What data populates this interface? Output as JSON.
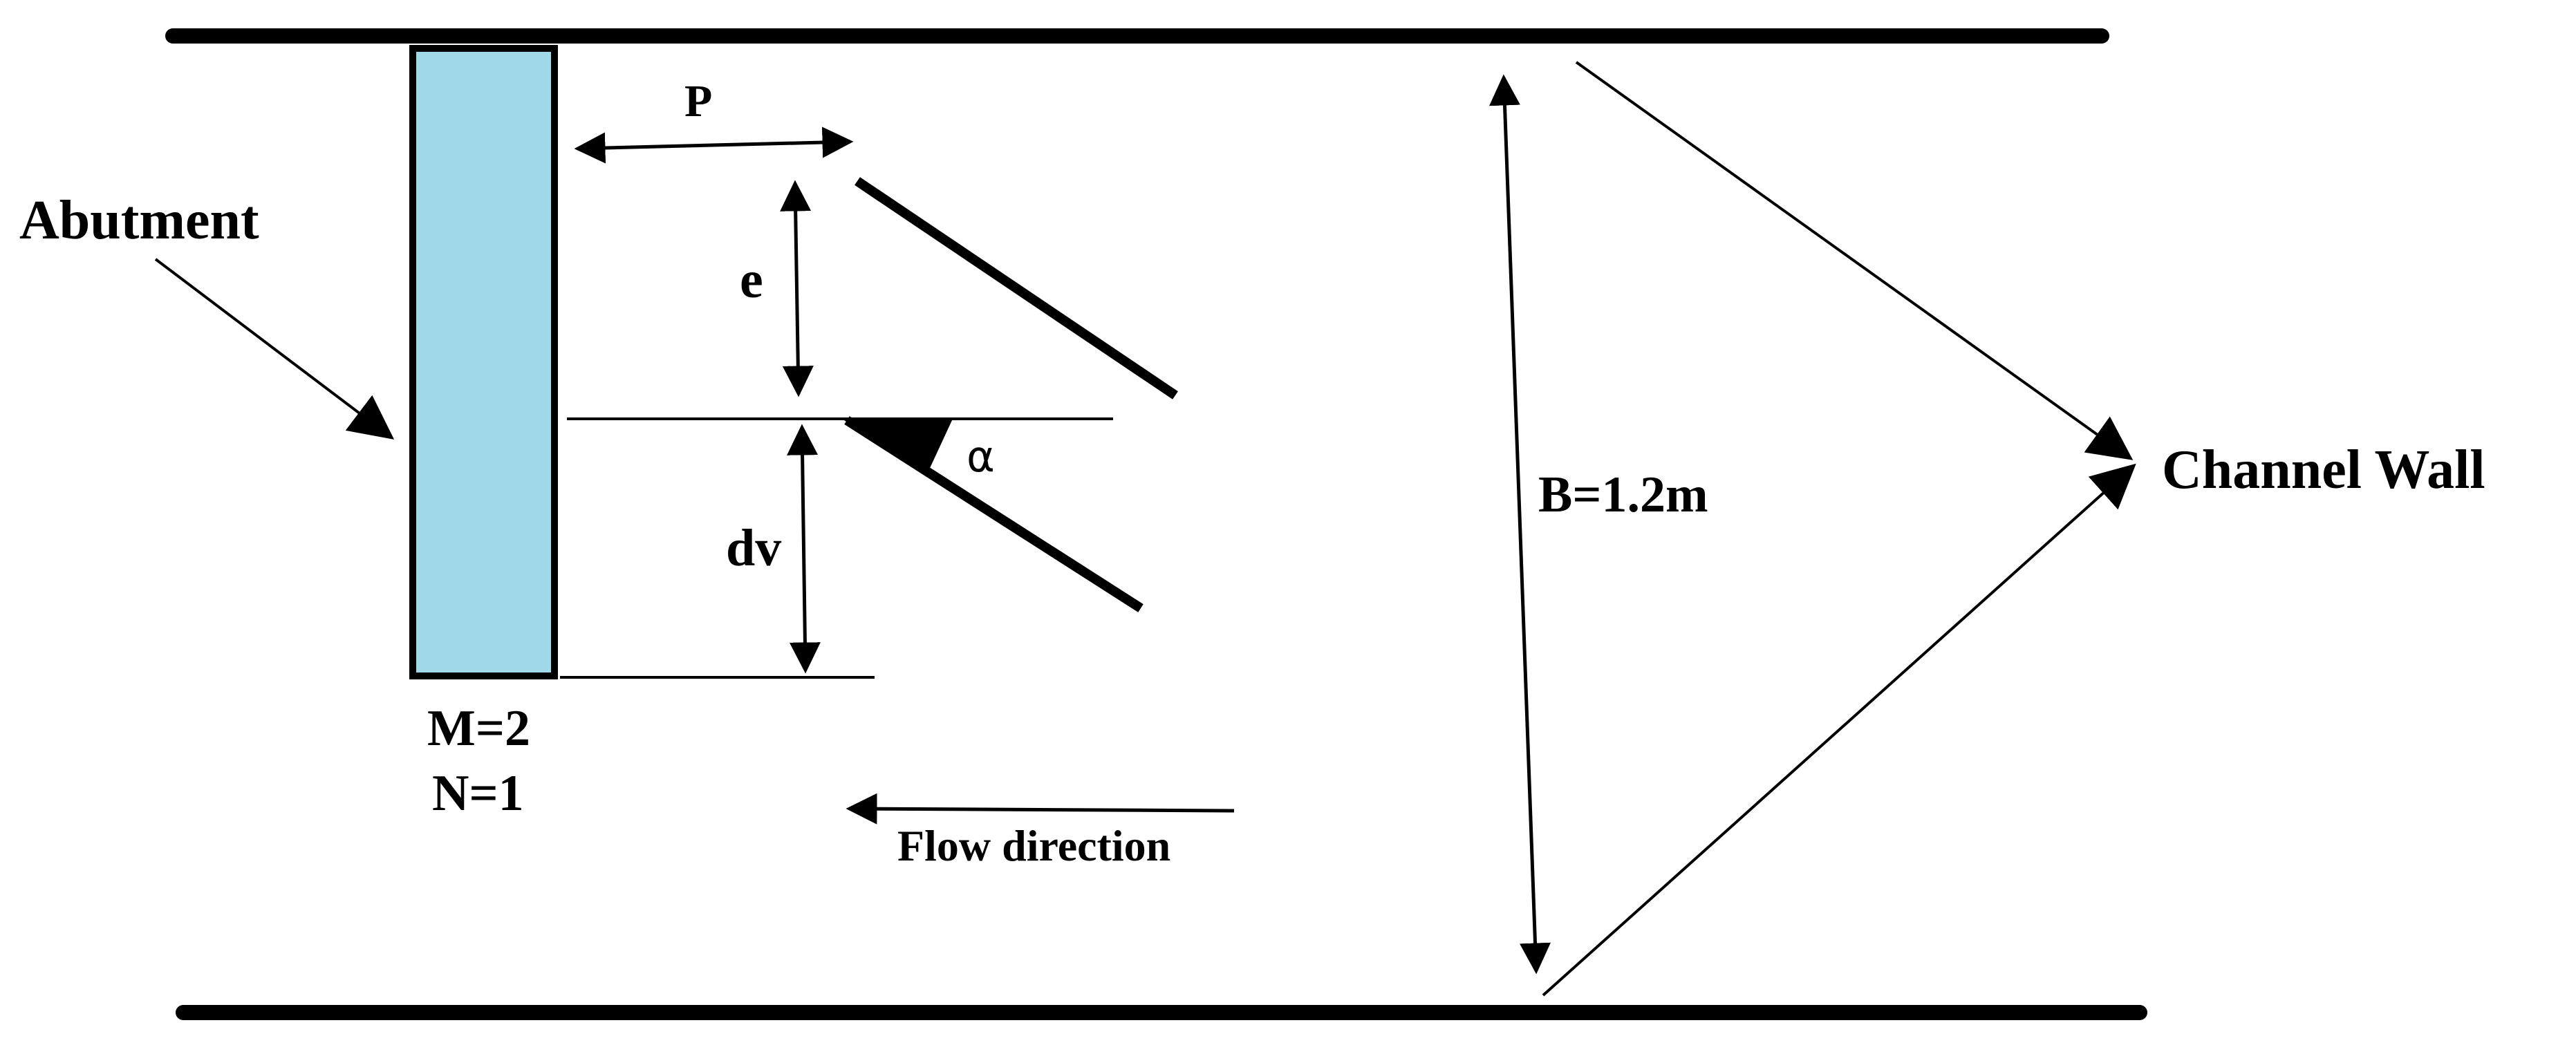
{
  "labels": {
    "abutment": "Abutment",
    "p": "P",
    "e": "e",
    "dv": "dv",
    "alpha": "α",
    "width": "B=1.2m",
    "channel_wall": "Channel Wall",
    "m": "M=2",
    "n": "N=1",
    "flow": "Flow direction"
  },
  "colors": {
    "abutment_fill": "#a0d8e8",
    "line": "#000000",
    "background": "#ffffff"
  }
}
